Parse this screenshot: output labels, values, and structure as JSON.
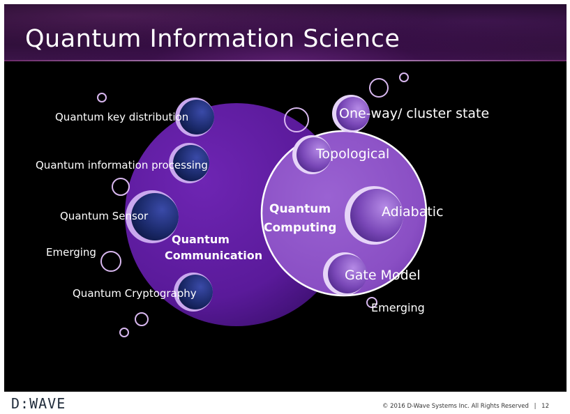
{
  "slide": {
    "title": "Quantum Information Science",
    "page_number": "12"
  },
  "diagram": {
    "communication": {
      "label_line1": "Quantum",
      "label_line2": "Communication",
      "items": [
        "Quantum key distribution",
        "Quantum information processing",
        "Quantum Sensor",
        "Emerging",
        "Quantum Cryptography"
      ]
    },
    "computing": {
      "label_line1": "Quantum",
      "label_line2": "Computing",
      "items": [
        "One-way/ cluster state",
        "Topological",
        "Adiabatic",
        "Gate Model",
        "Emerging"
      ]
    }
  },
  "footer": {
    "logo": "D:WAVE",
    "copyright": "© 2016 D-Wave Systems Inc. All Rights Reserved",
    "separator": "|"
  },
  "colors": {
    "background": "#000000",
    "communication_circle": "#5a1a9a",
    "computing_circle": "#8a4fc4",
    "bubble_dark": "#1b2a6b",
    "bubble_purple": "#7a48b8",
    "ring": "#d9b8f0"
  }
}
